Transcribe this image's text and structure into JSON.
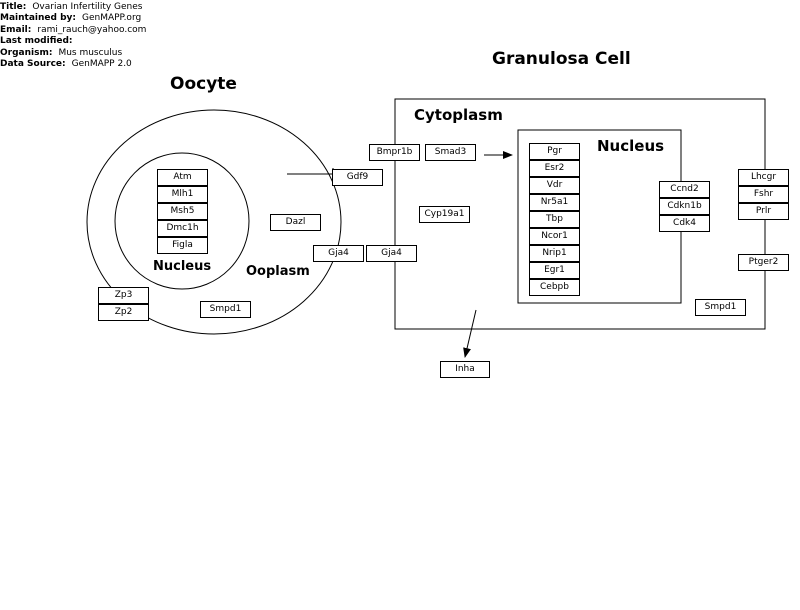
{
  "meta": {
    "title_label": "Title:",
    "title": "Ovarian Infertility Genes",
    "maintained_label": "Maintained by:",
    "maintained": "GenMAPP.org",
    "email_label": "Email:",
    "email": "rami_rauch@yahoo.com",
    "modified_label": "Last modified:",
    "modified": "",
    "organism_label": "Organism:",
    "organism": "Mus musculus",
    "source_label": "Data Source:",
    "source": "GenMAPP 2.0"
  },
  "labels": {
    "oocyte": "Oocyte",
    "granulosa": "Granulosa Cell",
    "cytoplasm": "Cytoplasm",
    "nucleus_granulosa": "Nucleus",
    "nucleus_oocyte": "Nucleus",
    "ooplasm": "Ooplasm"
  },
  "genes": {
    "oocyte_nucleus": [
      "Atm",
      "Mlh1",
      "Msh5",
      "Dmc1h",
      "Figla"
    ],
    "ooplasm": {
      "dazl": "Dazl",
      "smpd1": "Smpd1",
      "gja4": "Gja4"
    },
    "zona": [
      "Zp3",
      "Zp2"
    ],
    "gdf9": "Gdf9",
    "gja4_granulosa": "Gja4",
    "bmpr1b": "Bmpr1b",
    "smad3": "Smad3",
    "cyp19a1": "Cyp19a1",
    "granulosa_nucleus": [
      "Pgr",
      "Esr2",
      "Vdr",
      "Nr5a1",
      "Tbp",
      "Ncor1",
      "Nrip1",
      "Egr1",
      "Cebpb"
    ],
    "cell_cycle": [
      "Ccnd2",
      "Cdkn1b",
      "Cdk4"
    ],
    "receptors": [
      "Lhcgr",
      "Fshr",
      "Prlr"
    ],
    "ptger2": "Ptger2",
    "smpd1_granulosa": "Smpd1",
    "inha": "Inha"
  }
}
